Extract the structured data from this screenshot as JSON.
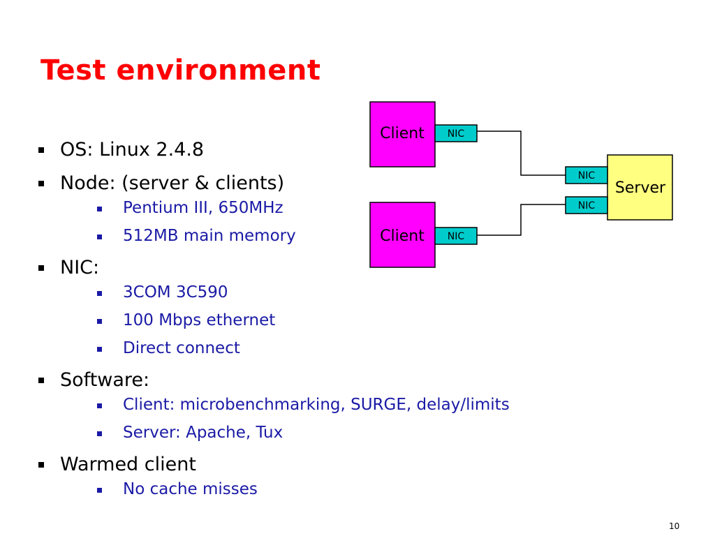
{
  "slide": {
    "title": "Test environment",
    "page_number": "10"
  },
  "bullets": [
    {
      "text": "OS: Linux 2.4.8",
      "sub": []
    },
    {
      "text": "Node: (server & clients)",
      "sub": [
        "Pentium III, 650MHz",
        "512MB main memory"
      ]
    },
    {
      "text": "NIC:",
      "sub": [
        "3COM 3C590",
        "100 Mbps ethernet",
        "Direct connect"
      ]
    },
    {
      "text": "Software:",
      "sub": [
        "Client: microbenchmarking, SURGE, delay/limits",
        "Server: Apache, Tux"
      ]
    },
    {
      "text": "Warmed client",
      "sub": [
        "No cache misses"
      ]
    }
  ],
  "diagram": {
    "client_top_label": "Client",
    "client_bottom_label": "Client",
    "server_label": "Server",
    "nic_label": "NIC",
    "colors": {
      "client": "#ff00ff",
      "server": "#ffff80",
      "nic": "#00cccc",
      "line": "#000000"
    }
  }
}
